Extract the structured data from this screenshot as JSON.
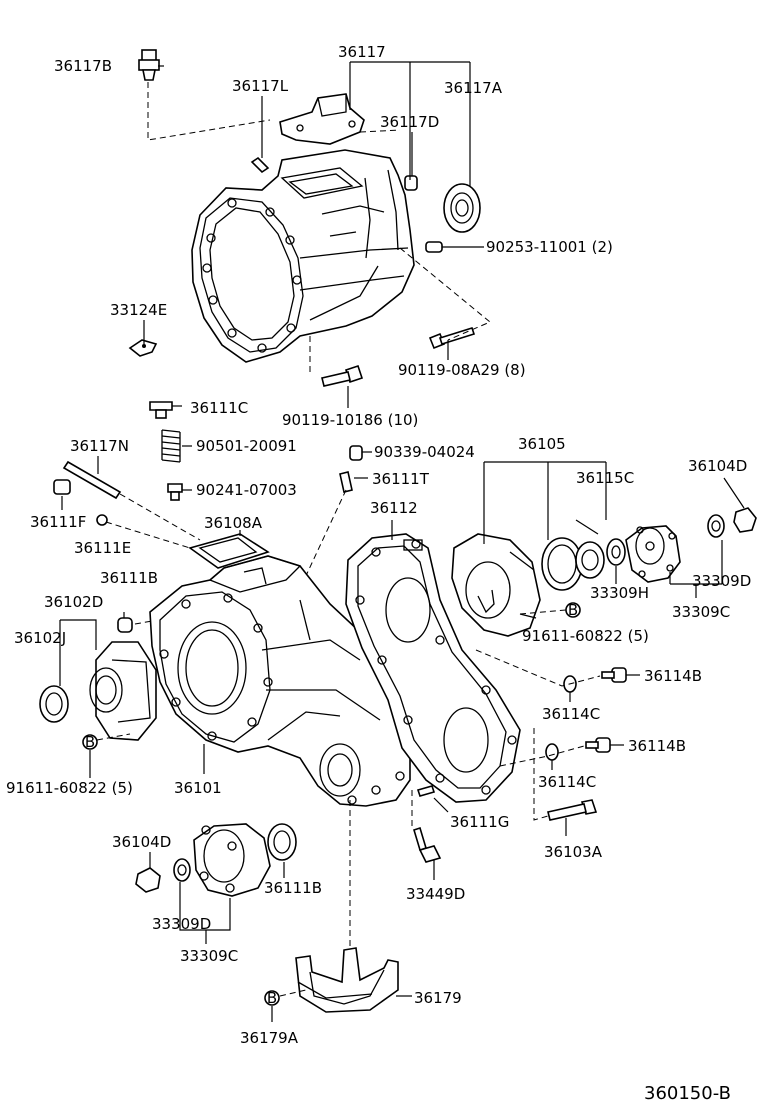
{
  "diagram_code": "360150-B",
  "labels": {
    "p36117": "36117",
    "p36117B": "36117B",
    "p36117L": "36117L",
    "p36117A": "36117A",
    "p36117D": "36117D",
    "p90253": "90253-11001 (2)",
    "p33124E": "33124E",
    "p90119a": "90119-08A29 (8)",
    "p36111C": "36111C",
    "p90119b": "90119-10186 (10)",
    "p90501": "90501-20091",
    "p36117N": "36117N",
    "p90339": "90339-04024",
    "p36105": "36105",
    "p36104D_r": "36104D",
    "p36111T": "36111T",
    "p90241": "90241-07003",
    "p36115C": "36115C",
    "p36111F": "36111F",
    "p36108A": "36108A",
    "p36112": "36112",
    "p36111E": "36111E",
    "p33309D_r": "33309D",
    "p33309H": "33309H",
    "p36111B_u": "36111B",
    "p33309C_r": "33309C",
    "p36102D": "36102D",
    "p91611_r": "91611-60822 (5)",
    "p36102J": "36102J",
    "p36114B_u": "36114B",
    "p36114C_u": "36114C",
    "p36114B_l": "36114B",
    "p91611_l": "91611-60822 (5)",
    "p36101": "36101",
    "p36114C_l": "36114C",
    "p36111G": "36111G",
    "p36103A": "36103A",
    "p36104D_l": "36104D",
    "p36111B_l": "36111B",
    "p33449D": "33449D",
    "p33309D_l": "33309D",
    "p33309C_l": "33309C",
    "p36179": "36179",
    "p36179A": "36179A",
    "bolt_marker": "B"
  }
}
